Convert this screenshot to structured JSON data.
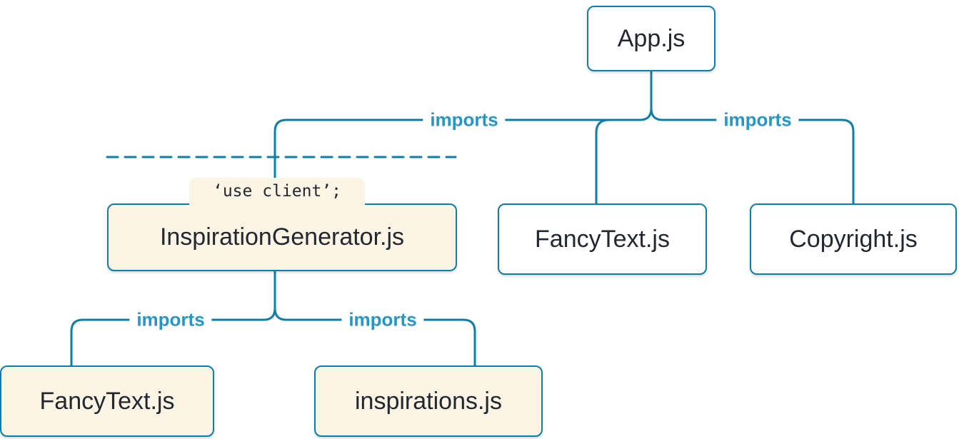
{
  "colors": {
    "line": "#0e7ea8",
    "label": "#2596c8",
    "text": "#23272f",
    "client-bg": "#fcf4e4",
    "server-bg": "#ffffff",
    "page-bg": "#ffffff"
  },
  "nodes": {
    "app": {
      "label": "App.js"
    },
    "inspiration_generator": {
      "label": "InspirationGenerator.js",
      "directive": "‘use client’;"
    },
    "fancy_text_top": {
      "label": "FancyText.js"
    },
    "copyright": {
      "label": "Copyright.js"
    },
    "fancy_text_bottom": {
      "label": "FancyText.js"
    },
    "inspirations": {
      "label": "inspirations.js"
    }
  },
  "edges": [
    {
      "from": "App.js",
      "to": "InspirationGenerator.js",
      "label": "imports"
    },
    {
      "from": "App.js",
      "to": "FancyText.js",
      "label": ""
    },
    {
      "from": "App.js",
      "to": "Copyright.js",
      "label": "imports"
    },
    {
      "from": "InspirationGenerator.js",
      "to": "FancyText.js",
      "label": "imports"
    },
    {
      "from": "InspirationGenerator.js",
      "to": "inspirations.js",
      "label": "imports"
    }
  ]
}
